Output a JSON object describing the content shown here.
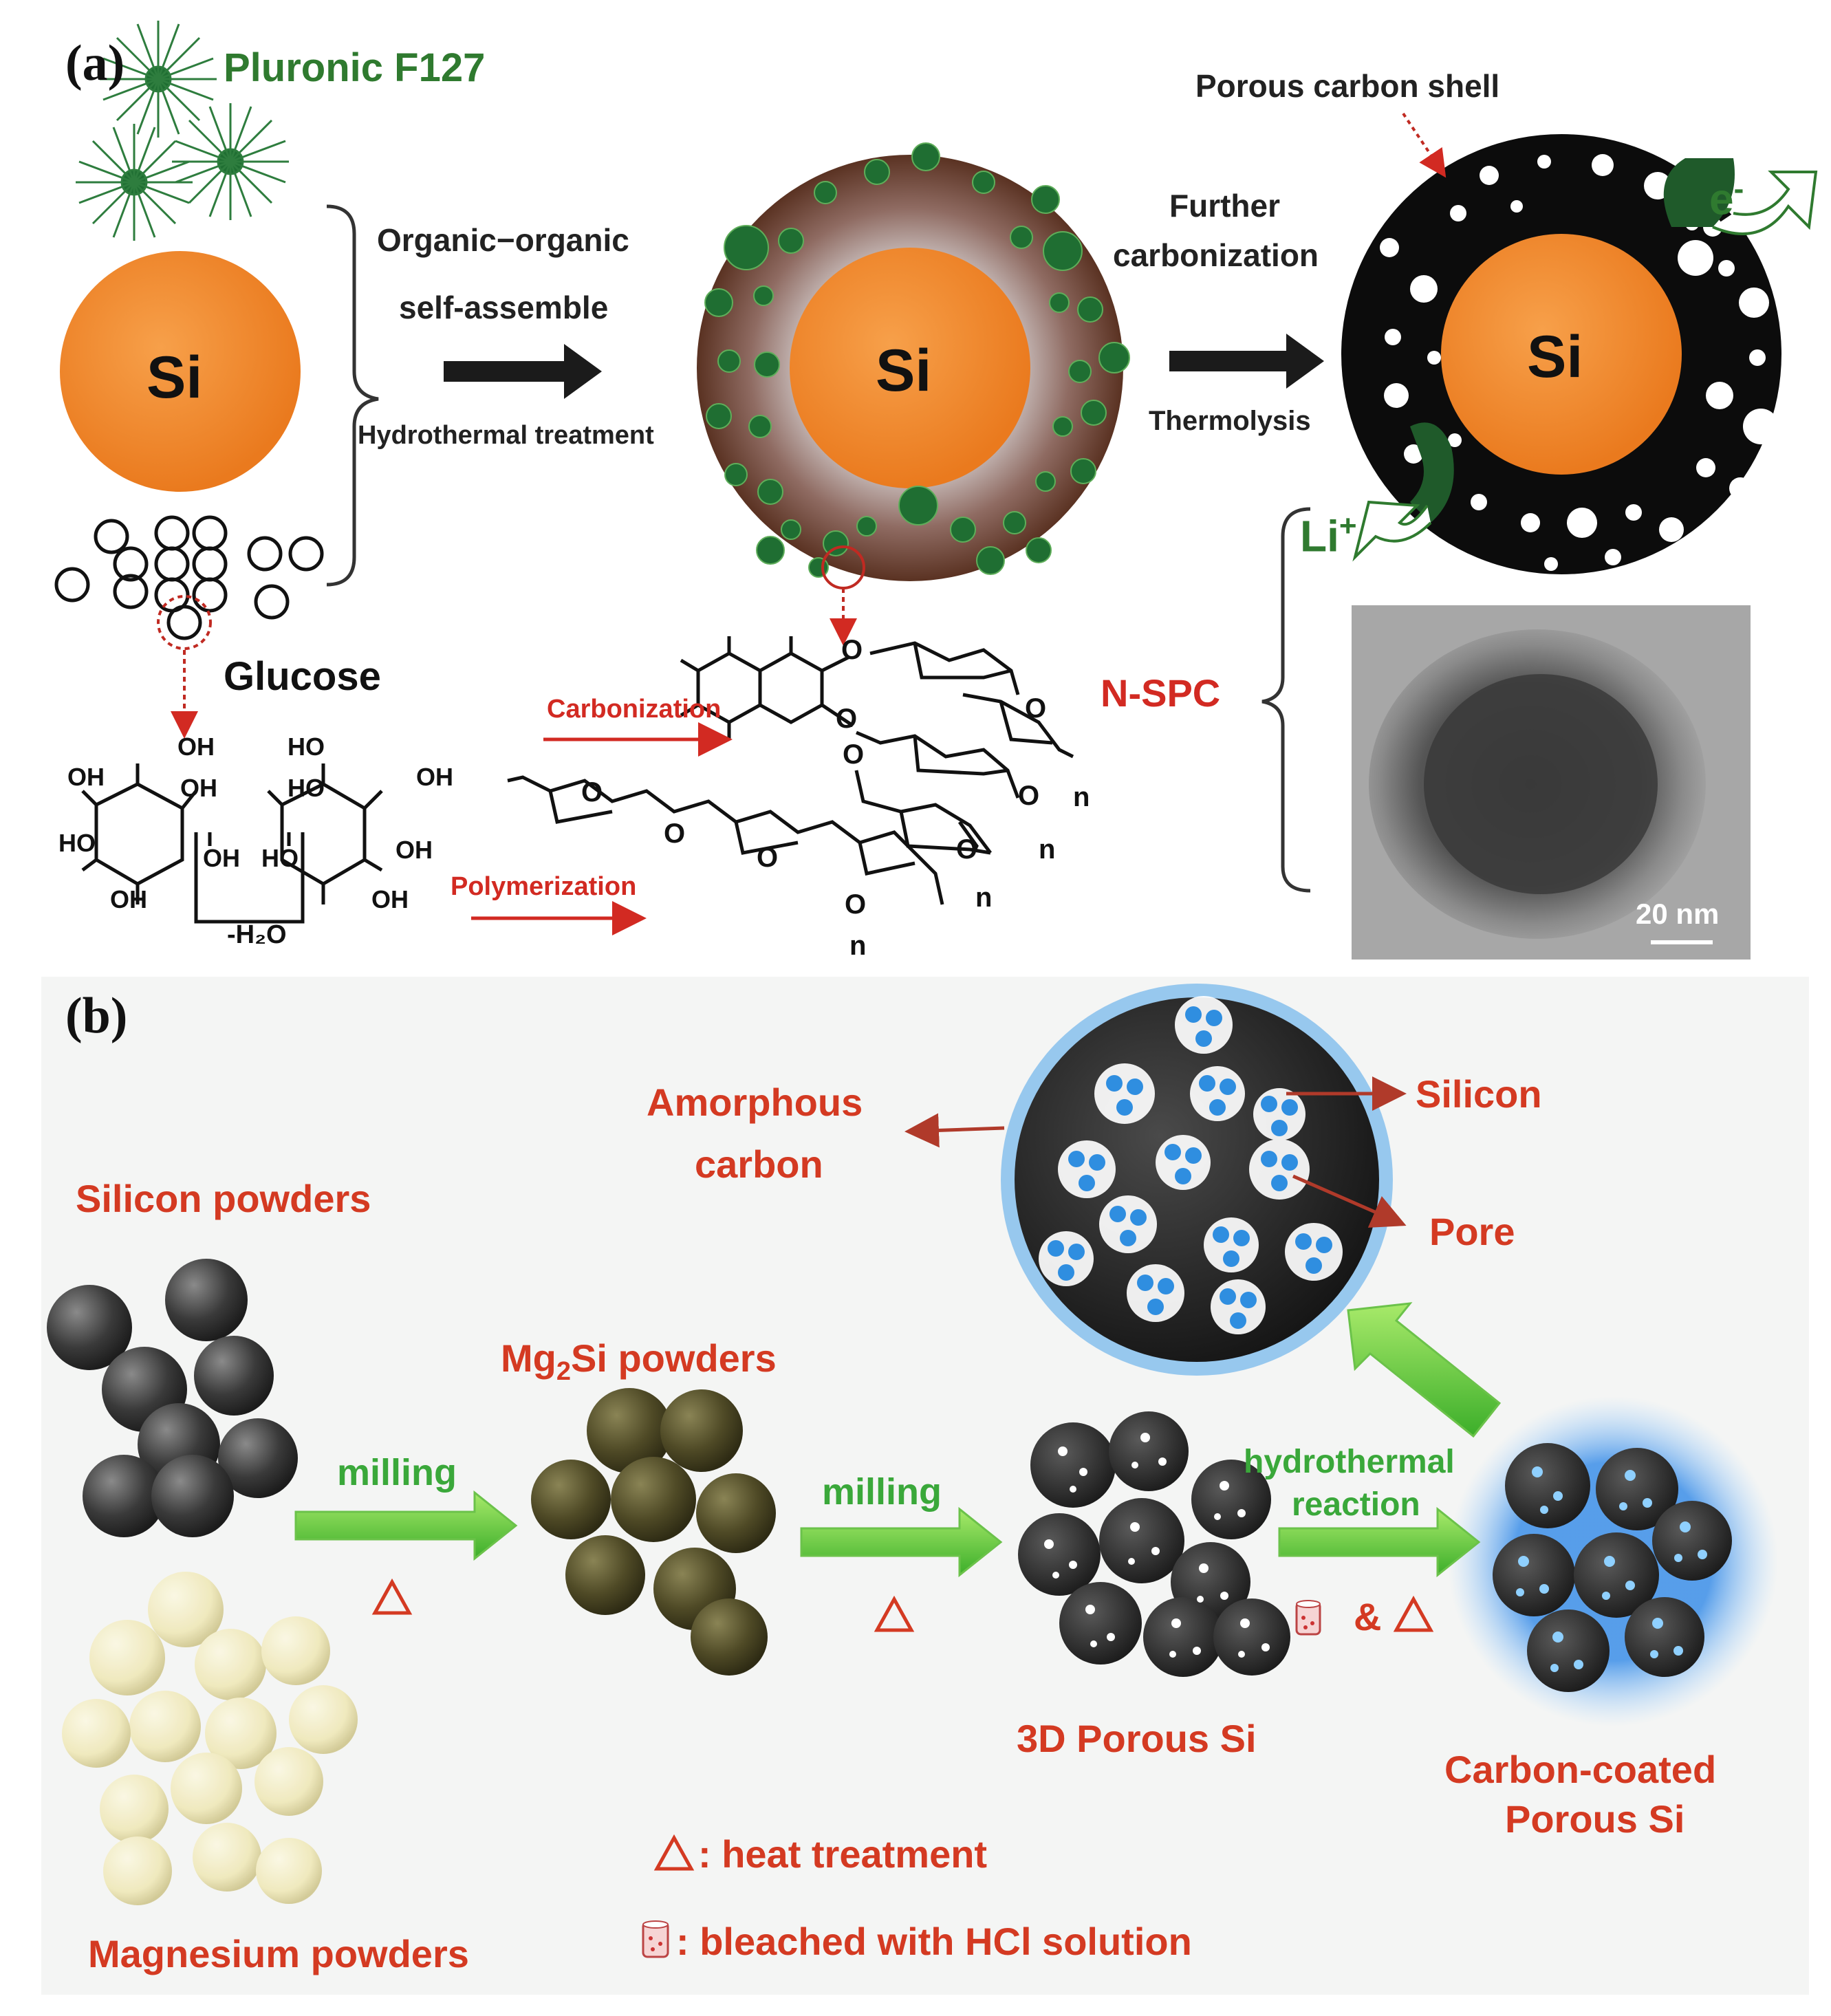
{
  "panel_a": {
    "tag": "(a)",
    "pluronic": "Pluronic F127",
    "si": "Si",
    "step1_top1": "Organic−organic",
    "step1_top2": "self-assemble",
    "step1_bottom": "Hydrothermal treatment",
    "step2_top1": "Further",
    "step2_top2": "carbonization",
    "step2_bottom": "Thermolysis",
    "shell": "Porous carbon shell",
    "electron": "e",
    "electron_sup": "-",
    "lithium": "Li",
    "lithium_sup": "+",
    "glucose": "Glucose",
    "minus_water": "-H₂O",
    "carbonization": "Carbonization",
    "polymerization": "Polymerization",
    "nspc": "N-SPC",
    "scale_bar": "20 nm",
    "chem_labels": {
      "oh": "OH",
      "ho": "HO",
      "o": "O",
      "n": "n"
    }
  },
  "panel_b": {
    "tag": "(b)",
    "silicon_powders": "Silicon powders",
    "magnesium_powders": "Magnesium powders",
    "mg2si_prefix": "Mg",
    "mg2si_sub": "2",
    "mg2si_suffix": "Si powders",
    "milling": "milling",
    "porous_si": "3D Porous Si",
    "hydrothermal1": "hydrothermal",
    "hydrothermal2": "reaction",
    "amp_heat": "&",
    "carbon_coated1": "Carbon-coated",
    "carbon_coated2": "Porous Si",
    "amorphous1": "Amorphous",
    "amorphous2": "carbon",
    "silicon": "Silicon",
    "pore": "Pore",
    "legend_heat": ": heat treatment",
    "legend_hcl": ": bleached with HCl solution"
  },
  "colors": {
    "si_orange": "#f08a2a",
    "pluronic_green": "#1f6e32",
    "carbon_brown": "#6b3a2a",
    "label_red": "#d22a22",
    "arrow_green": "#6cc93a"
  }
}
